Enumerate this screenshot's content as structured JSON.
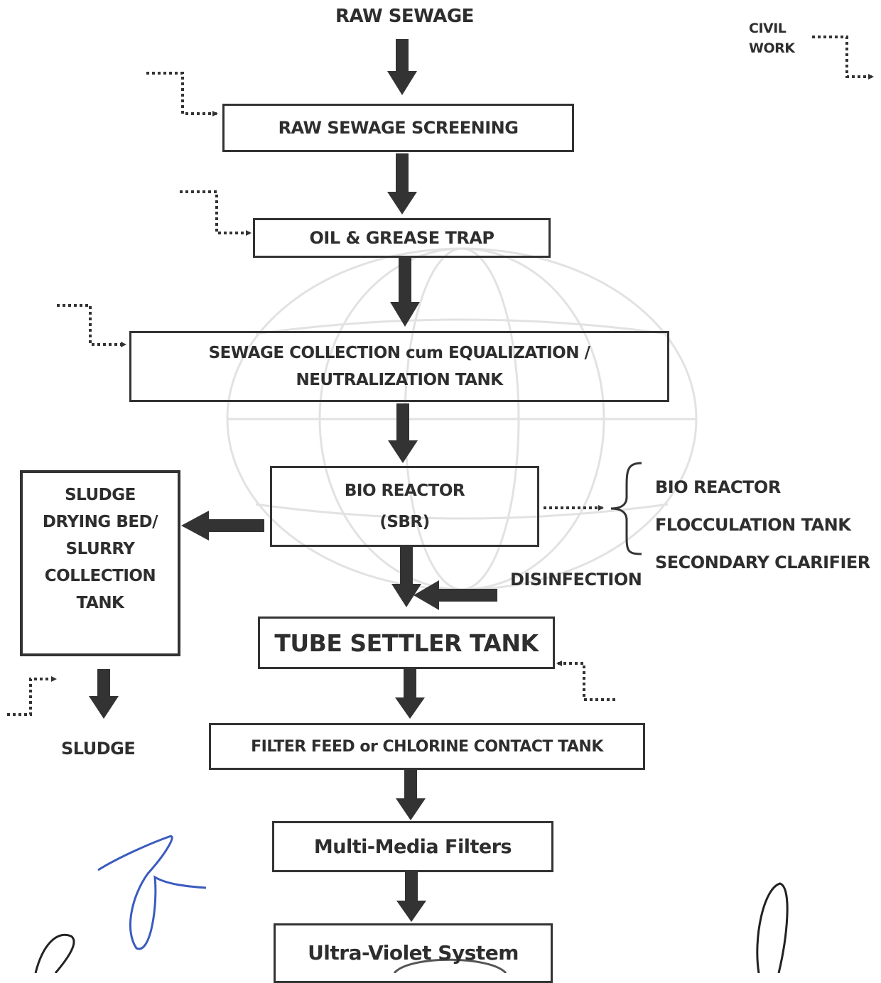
{
  "diagram": {
    "input_label": "RAW SEWAGE",
    "civil_work_line1": "CIVIL",
    "civil_work_line2": "WORK",
    "steps": {
      "screening": "RAW SEWAGE SCREENING",
      "oil_grease": "OIL & GREASE TRAP",
      "equalization_line1": "SEWAGE COLLECTION cum EQUALIZATION /",
      "equalization_line2": "NEUTRALIZATION TANK",
      "bio_reactor_line1": "BIO REACTOR",
      "bio_reactor_line2": "(SBR)",
      "tube_settler": "TUBE SETTLER TANK",
      "filter_feed": "FILTER FEED or CHLORINE CONTACT TANK",
      "multi_media": "Multi-Media Filters",
      "uv_system": "Ultra-Violet System"
    },
    "bio_components": [
      "BIO REACTOR",
      "FLOCCULATION TANK",
      "SECONDARY CLARIFIER"
    ],
    "disinfection_label": "DISINFECTION",
    "sludge_box": [
      "SLUDGE",
      "DRYING BED/",
      "SLURRY",
      "COLLECTION",
      "TANK"
    ],
    "sludge_output": "SLUDGE"
  },
  "colors": {
    "ink": "#2e2e2e",
    "arrow": "#333333",
    "signature_blue": "#3a5bbf",
    "signature_black": "#222222",
    "watermark": "#dddddd"
  }
}
